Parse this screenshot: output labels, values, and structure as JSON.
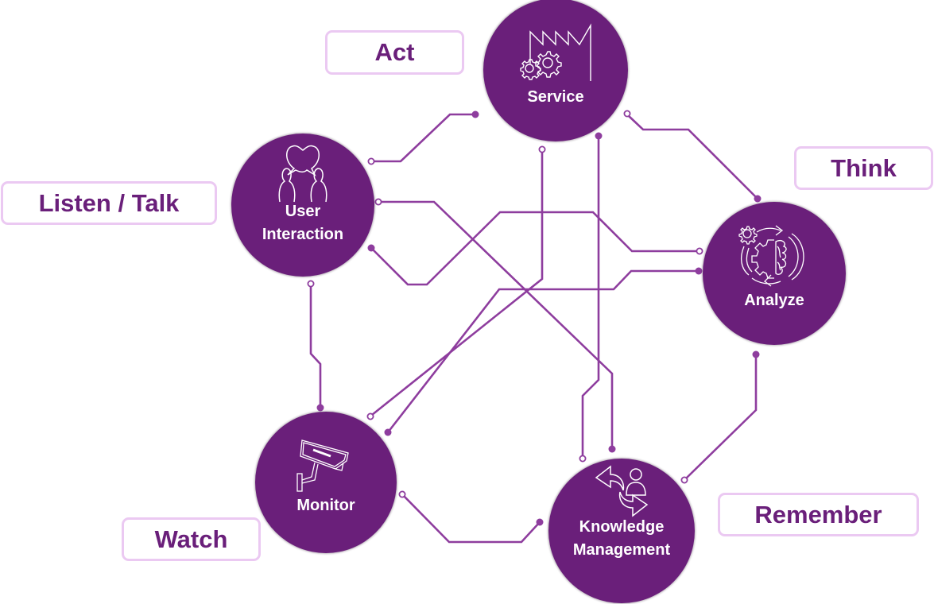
{
  "colors": {
    "node_fill": "#6a1f7a",
    "line": "#8e3d9e",
    "tag_border": "#ebc9f2",
    "tag_text": "#6a1f7a",
    "node_text": "#ffffff"
  },
  "nodes": {
    "service": {
      "label": "Service",
      "icon": "factory-gears-icon"
    },
    "user_interaction": {
      "label_line1": "User",
      "label_line2": "Interaction",
      "icon": "people-conversation-icon"
    },
    "analyze": {
      "label": "Analyze",
      "icon": "gear-brain-cycle-icon"
    },
    "monitor": {
      "label": "Monitor",
      "icon": "security-camera-icon"
    },
    "knowledge_management": {
      "label_line1": "Knowledge",
      "label_line2": "Management",
      "icon": "person-exchange-arrows-icon"
    }
  },
  "tags": {
    "act": "Act",
    "listen_talk": "Listen / Talk",
    "think": "Think",
    "watch": "Watch",
    "remember": "Remember"
  },
  "connections": [
    {
      "from": "User Interaction",
      "to": "Service"
    },
    {
      "from": "Service",
      "to": "Analyze"
    },
    {
      "from": "User Interaction",
      "to": "Knowledge Management"
    },
    {
      "from": "User Interaction",
      "to": "Analyze"
    },
    {
      "from": "Service",
      "to": "Monitor"
    },
    {
      "from": "Service",
      "to": "Knowledge Management"
    },
    {
      "from": "Analyze",
      "to": "Monitor"
    },
    {
      "from": "User Interaction",
      "to": "Monitor"
    },
    {
      "from": "Monitor",
      "to": "Knowledge Management"
    },
    {
      "from": "Analyze",
      "to": "Knowledge Management"
    }
  ]
}
